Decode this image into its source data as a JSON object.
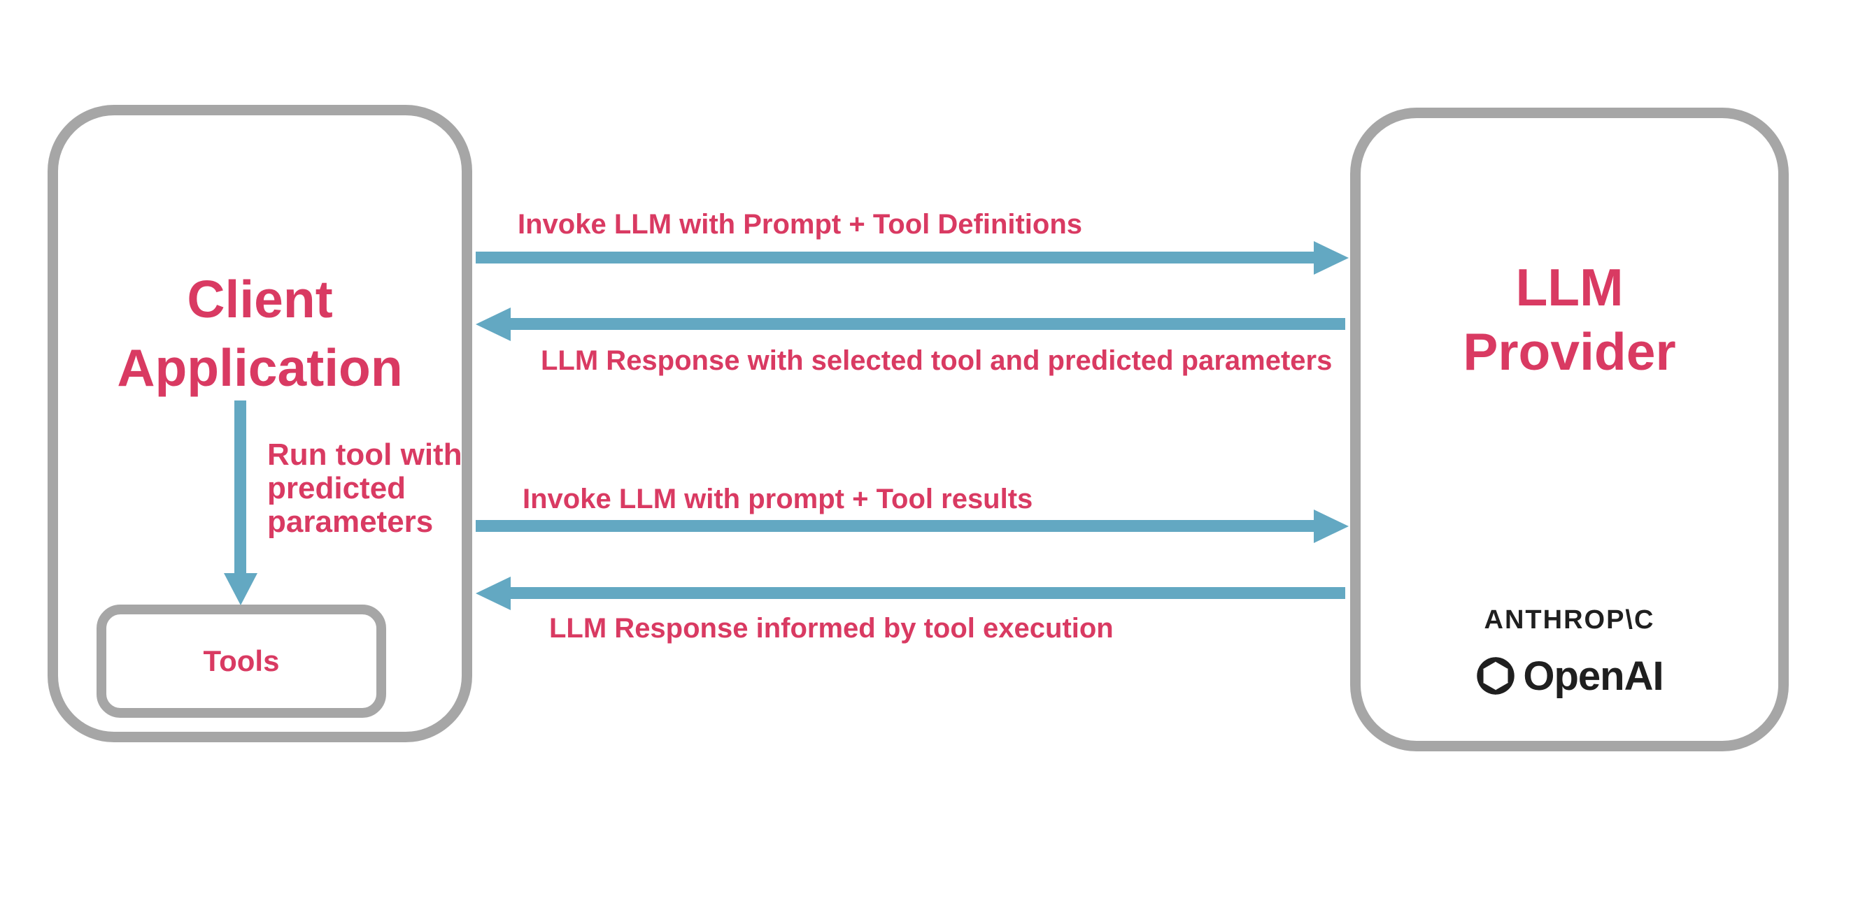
{
  "client_box": {
    "title_lines": [
      "Client",
      "Application"
    ],
    "tools_label": "Tools",
    "run_tool_lines": [
      "Run tool with",
      "predicted",
      "parameters"
    ]
  },
  "provider_box": {
    "title_lines": [
      "LLM",
      "Provider"
    ],
    "anthropic_logo_text": "ANTHROP\\C",
    "openai_logo_text": "OpenAI"
  },
  "arrows": [
    {
      "direction": "right",
      "label": "Invoke LLM with Prompt + Tool Definitions"
    },
    {
      "direction": "left",
      "label": "LLM Response with selected tool and predicted parameters"
    },
    {
      "direction": "right",
      "label": "Invoke LLM with prompt + Tool results"
    },
    {
      "direction": "left",
      "label": "LLM Response informed by tool execution"
    }
  ],
  "colors": {
    "accent_pink": "#d93a62",
    "arrow_blue": "#63a8c2",
    "border_gray": "#a6a6a6",
    "logo_dark": "#1f1f1f",
    "background": "#ffffff"
  }
}
